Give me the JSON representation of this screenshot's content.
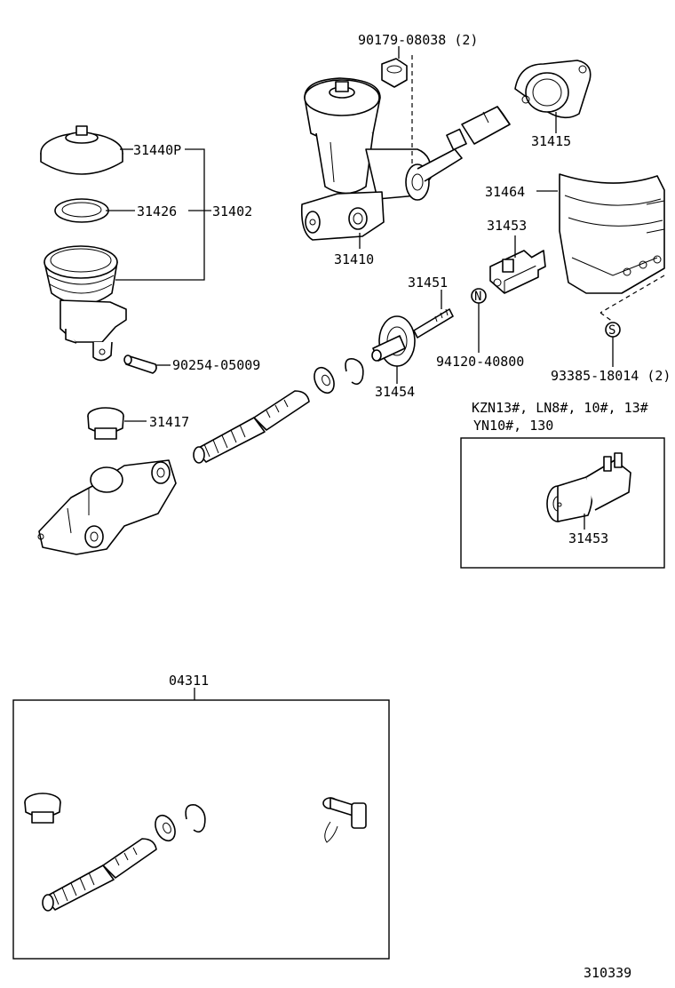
{
  "diagram": {
    "id": "310339",
    "labels": {
      "p90179": "90179-08038 (2)",
      "p31415": "31415",
      "p31440P": "31440P",
      "p31426": "31426",
      "p31402": "31402",
      "p31410": "31410",
      "p31464": "31464",
      "p31453a": "31453",
      "p31451": "31451",
      "p90254": "90254-05009",
      "p94120": "94120-40800",
      "p31454": "31454",
      "p93385": "93385-18014 (2)",
      "p31417": "31417",
      "p31453b": "31453",
      "p04311": "04311",
      "note_line1": "KZN13#, LN8#, 10#, 13#",
      "note_line2": "YN10#, 130",
      "badge_n": "N",
      "badge_s": "S"
    }
  }
}
